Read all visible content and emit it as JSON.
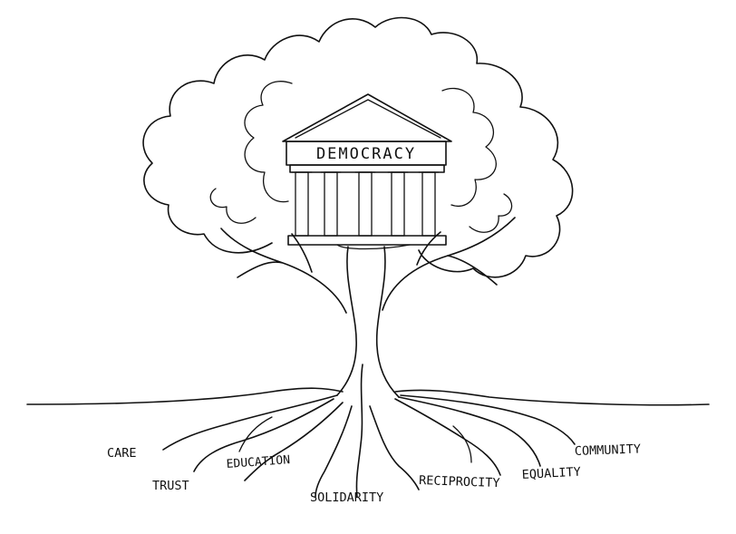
{
  "temple": {
    "label": "DEMOCRACY"
  },
  "roots": {
    "labels": [
      "CARE",
      "TRUST",
      "EDUCATION",
      "SOLIDARITY",
      "RECIPROCITY",
      "EQUALITY",
      "COMMUNITY"
    ]
  },
  "colors": {
    "ink": "#111111",
    "background": "#ffffff"
  }
}
